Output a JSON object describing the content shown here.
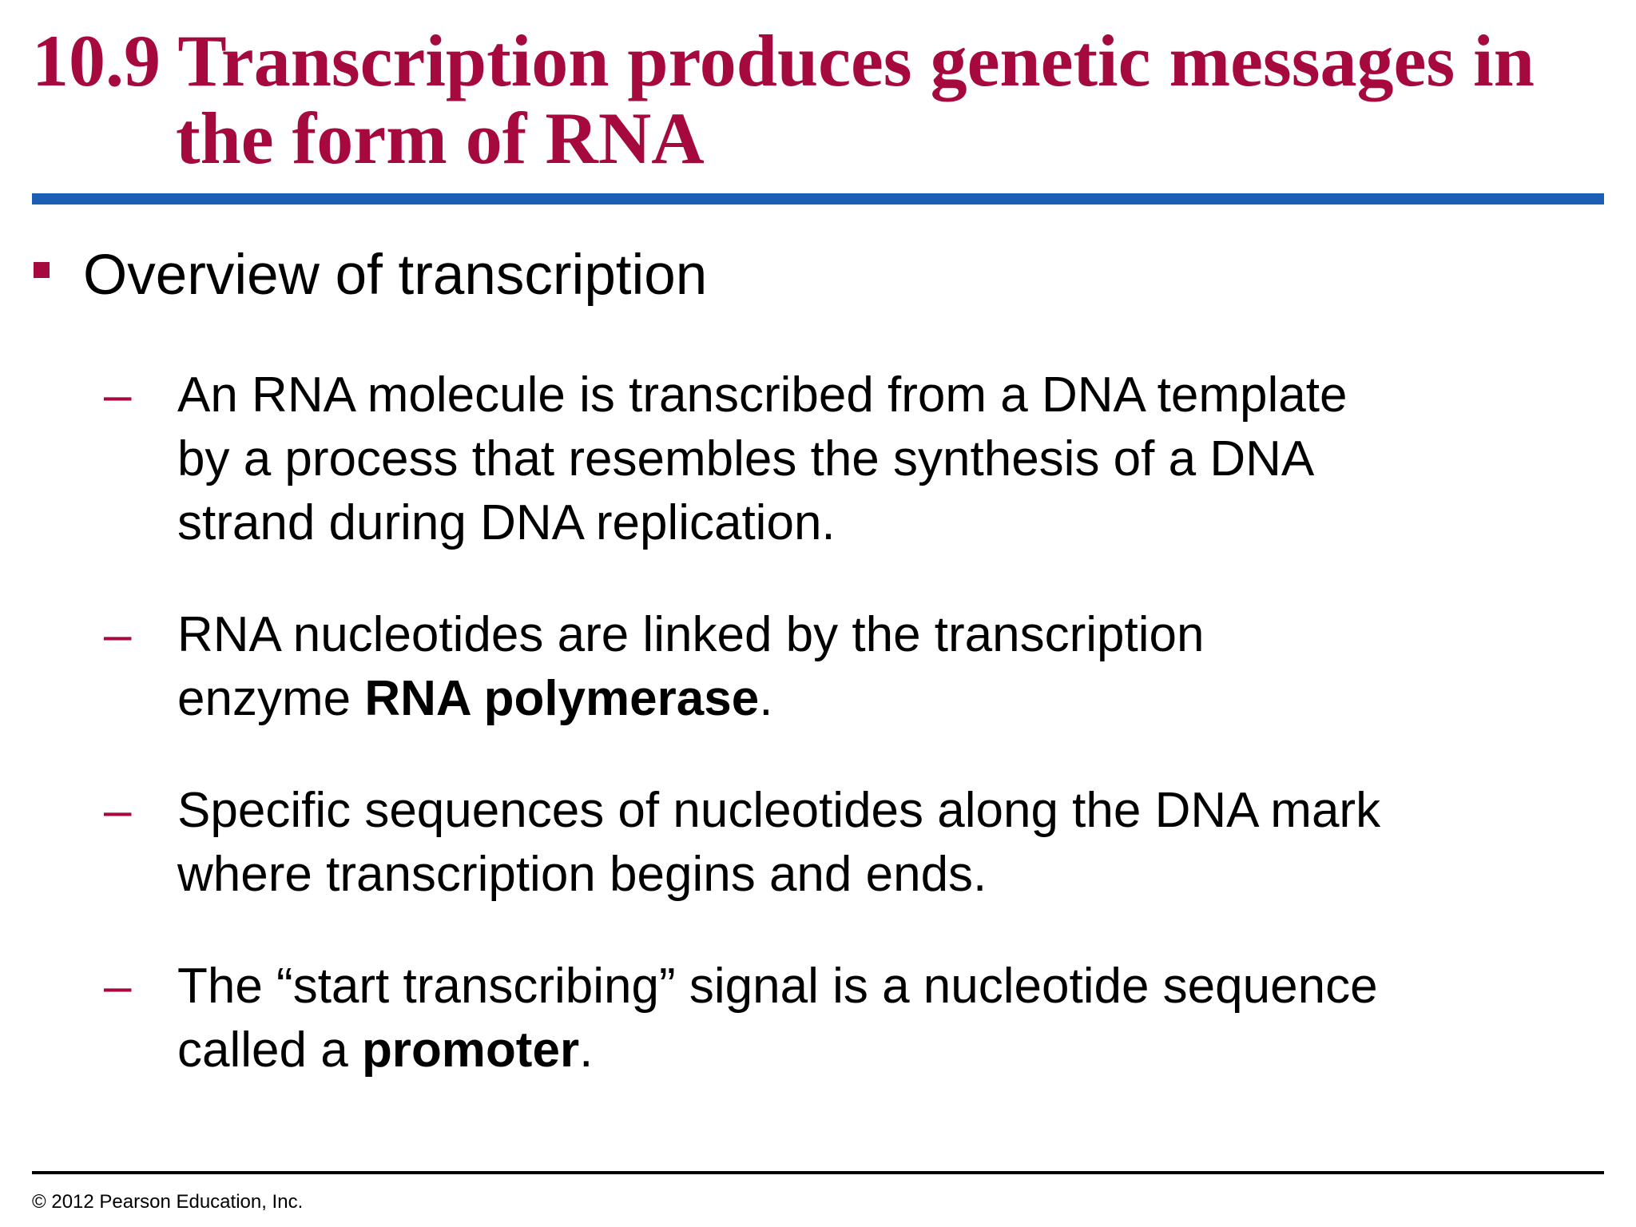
{
  "title": {
    "line1": "10.9 Transcription produces genetic messages in",
    "line2": "the form of RNA"
  },
  "main_bullet": "Overview of transcription",
  "sub_bullets": [
    {
      "line1": "An RNA molecule is transcribed from a DNA template",
      "line2": "by a process that resembles the synthesis of a DNA",
      "line3": "strand during DNA replication."
    },
    {
      "line1": "RNA nucleotides are linked by the transcription",
      "line2_pre": "enzyme ",
      "line2_bold": "RNA polymerase",
      "line2_post": "."
    },
    {
      "line1": "Specific sequences of nucleotides along the DNA mark",
      "line2": "where transcription begins and ends."
    },
    {
      "line1": "The “start transcribing” signal is a nucleotide sequence",
      "line2_pre": "called a ",
      "line2_bold": "promoter",
      "line2_post": "."
    }
  ],
  "dash_glyph": "–",
  "footer": "© 2012 Pearson Education, Inc.",
  "colors": {
    "title": "#a6093d",
    "rule": "#1a5fb4",
    "bullet": "#a6093d"
  }
}
